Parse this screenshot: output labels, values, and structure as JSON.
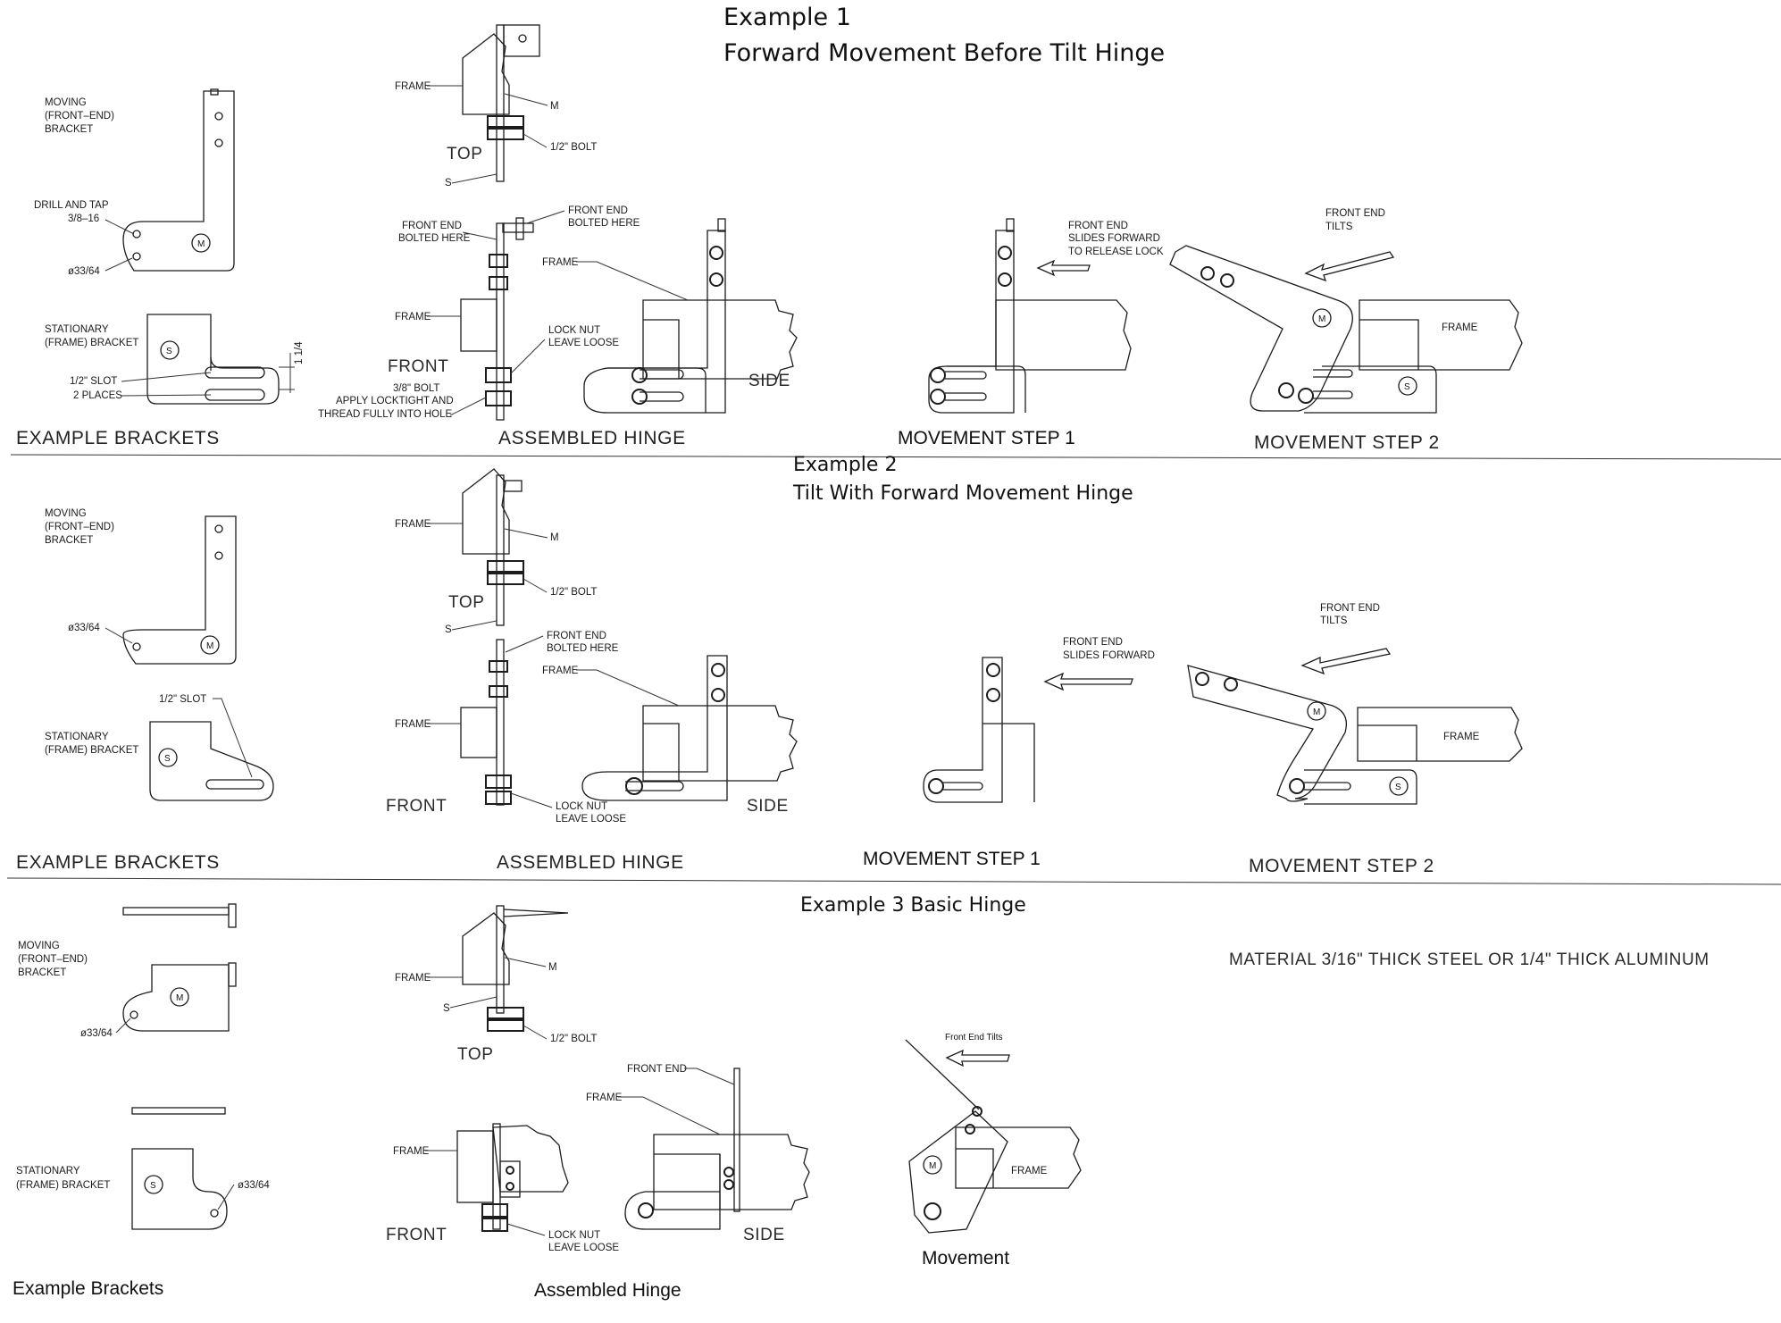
{
  "example1": {
    "title": "Example 1",
    "subtitle": "Forward Movement Before Tilt Hinge",
    "brackets": {
      "caption": "EXAMPLE BRACKETS",
      "moving_1": "MOVING",
      "moving_2": "(FRONT–END)",
      "moving_3": "BRACKET",
      "drill_1": "DRILL AND TAP",
      "drill_2": "3/8–16",
      "dia": "ø33/64",
      "stat_1": "STATIONARY",
      "stat_2": "(FRAME) BRACKET",
      "slot_1": "1/2\" SLOT",
      "slot_2": "2 PLACES",
      "dim": "1 1/4",
      "m": "M",
      "s": "S"
    },
    "assembled": {
      "caption": "ASSEMBLED HINGE",
      "frame": "FRAME",
      "m": "M",
      "s": "S",
      "bolt": "1/2\" BOLT",
      "top": "TOP",
      "fe_bolted_1": "FRONT END",
      "fe_bolted_2": "BOLTED HERE",
      "front": "FRONT",
      "bolt38_1": "3/8\" BOLT",
      "bolt38_2": "APPLY LOCKTIGHT AND",
      "bolt38_3": "THREAD FULLY INTO HOLE",
      "lock_1": "LOCK NUT",
      "lock_2": "LEAVE LOOSE",
      "side": "SIDE"
    },
    "step1": {
      "caption": "MOVEMENT STEP 1",
      "note_1": "FRONT END",
      "note_2": "SLIDES FORWARD",
      "note_3": "TO RELEASE LOCK"
    },
    "step2": {
      "caption": "MOVEMENT STEP 2",
      "note_1": "FRONT END",
      "note_2": "TILTS",
      "frame": "FRAME"
    }
  },
  "example2": {
    "title": "Example 2",
    "subtitle": "Tilt With Forward Movement Hinge",
    "brackets": {
      "caption": "EXAMPLE BRACKETS",
      "moving_1": "MOVING",
      "moving_2": "(FRONT–END)",
      "moving_3": "BRACKET",
      "dia": "ø33/64",
      "slot": "1/2\" SLOT",
      "stat_1": "STATIONARY",
      "stat_2": "(FRAME) BRACKET"
    },
    "assembled": {
      "caption": "ASSEMBLED HINGE",
      "frame": "FRAME",
      "m": "M",
      "s": "S",
      "bolt": "1/2\" BOLT",
      "top": "TOP",
      "fe_bolted_1": "FRONT END",
      "fe_bolted_2": "BOLTED HERE",
      "front": "FRONT",
      "lock_1": "LOCK NUT",
      "lock_2": "LEAVE LOOSE",
      "side": "SIDE"
    },
    "step1": {
      "caption": "MOVEMENT STEP 1",
      "note_1": "FRONT END",
      "note_2": "SLIDES FORWARD"
    },
    "step2": {
      "caption": "MOVEMENT STEP 2",
      "note_1": "FRONT END",
      "note_2": "TILTS",
      "frame": "FRAME"
    }
  },
  "example3": {
    "title": "Example 3 Basic Hinge",
    "material": "MATERIAL 3/16\" THICK STEEL OR 1/4\" THICK ALUMINUM",
    "brackets": {
      "caption": "Example Brackets",
      "moving_1": "MOVING",
      "moving_2": "(FRONT–END)",
      "moving_3": "BRACKET",
      "dia": "ø33/64",
      "stat_1": "STATIONARY",
      "stat_2": "(FRAME) BRACKET",
      "dia2": "ø33/64"
    },
    "assembled": {
      "caption": "Assembled Hinge",
      "frame": "FRAME",
      "m": "M",
      "s": "S",
      "bolt": "1/2\" BOLT",
      "top": "TOP",
      "front_end": "FRONT END",
      "front": "FRONT",
      "lock_1": "LOCK NUT",
      "lock_2": "LEAVE LOOSE",
      "side": "SIDE"
    },
    "movement": {
      "caption": "Movement",
      "note": "Front End Tilts",
      "frame": "FRAME"
    }
  }
}
